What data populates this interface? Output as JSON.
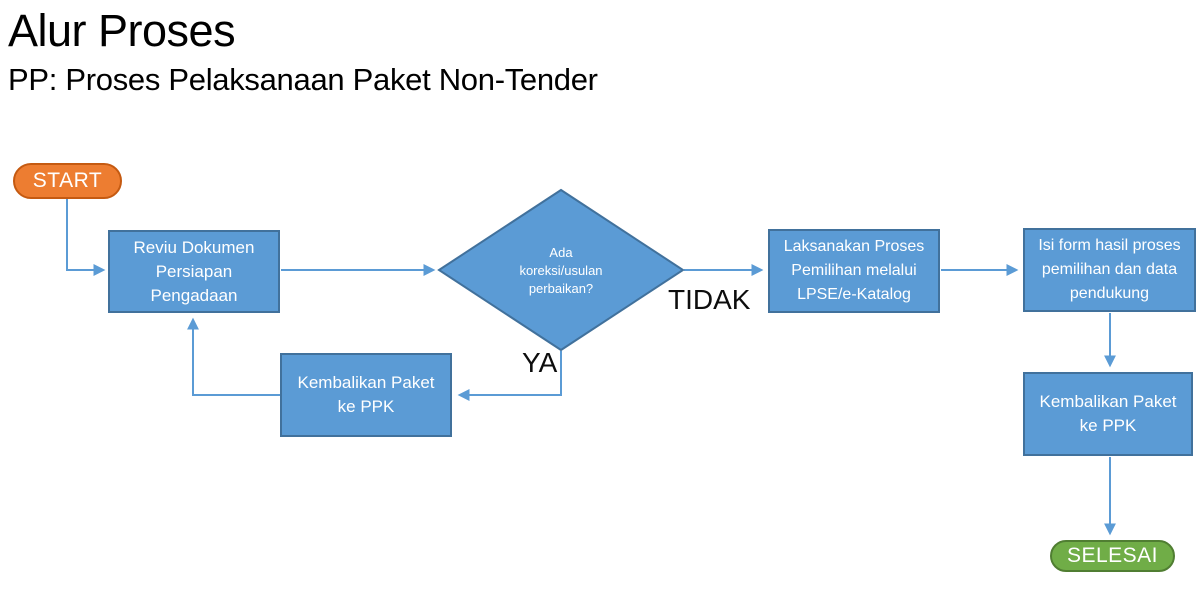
{
  "header": {
    "title": "Alur Proses",
    "subtitle": "PP: Proses Pelaksanaan Paket Non-Tender"
  },
  "flowchart": {
    "start": {
      "label": "START"
    },
    "end": {
      "label": "SELESAI"
    },
    "nodes": {
      "reviu": {
        "label": "Reviu Dokumen\nPersiapan\nPengadaan"
      },
      "decision": {
        "label": "Ada\nkoreksi/usulan\nperbaikan?"
      },
      "laksanakan": {
        "label": "Laksanakan Proses\nPemilihan melalui\nLPSE/e-Katalog"
      },
      "isi_form": {
        "label": "Isi form hasil proses\npemilihan dan data\npendukung"
      },
      "kembalikan_left": {
        "label": "Kembalikan Paket\nke PPK"
      },
      "kembalikan_right": {
        "label": "Kembalikan Paket\nke PPK"
      }
    },
    "edge_labels": {
      "no": "TIDAK",
      "yes": "YA"
    }
  },
  "colors": {
    "node_fill": "#5B9BD5",
    "node_border": "#41719C",
    "arrow": "#5B9BD5",
    "start_fill": "#ED7D31",
    "start_border": "#C55A11",
    "end_fill": "#70AD47",
    "end_border": "#507E32",
    "node_text": "#FFFFFF",
    "label_text": "#0d0d0d"
  }
}
